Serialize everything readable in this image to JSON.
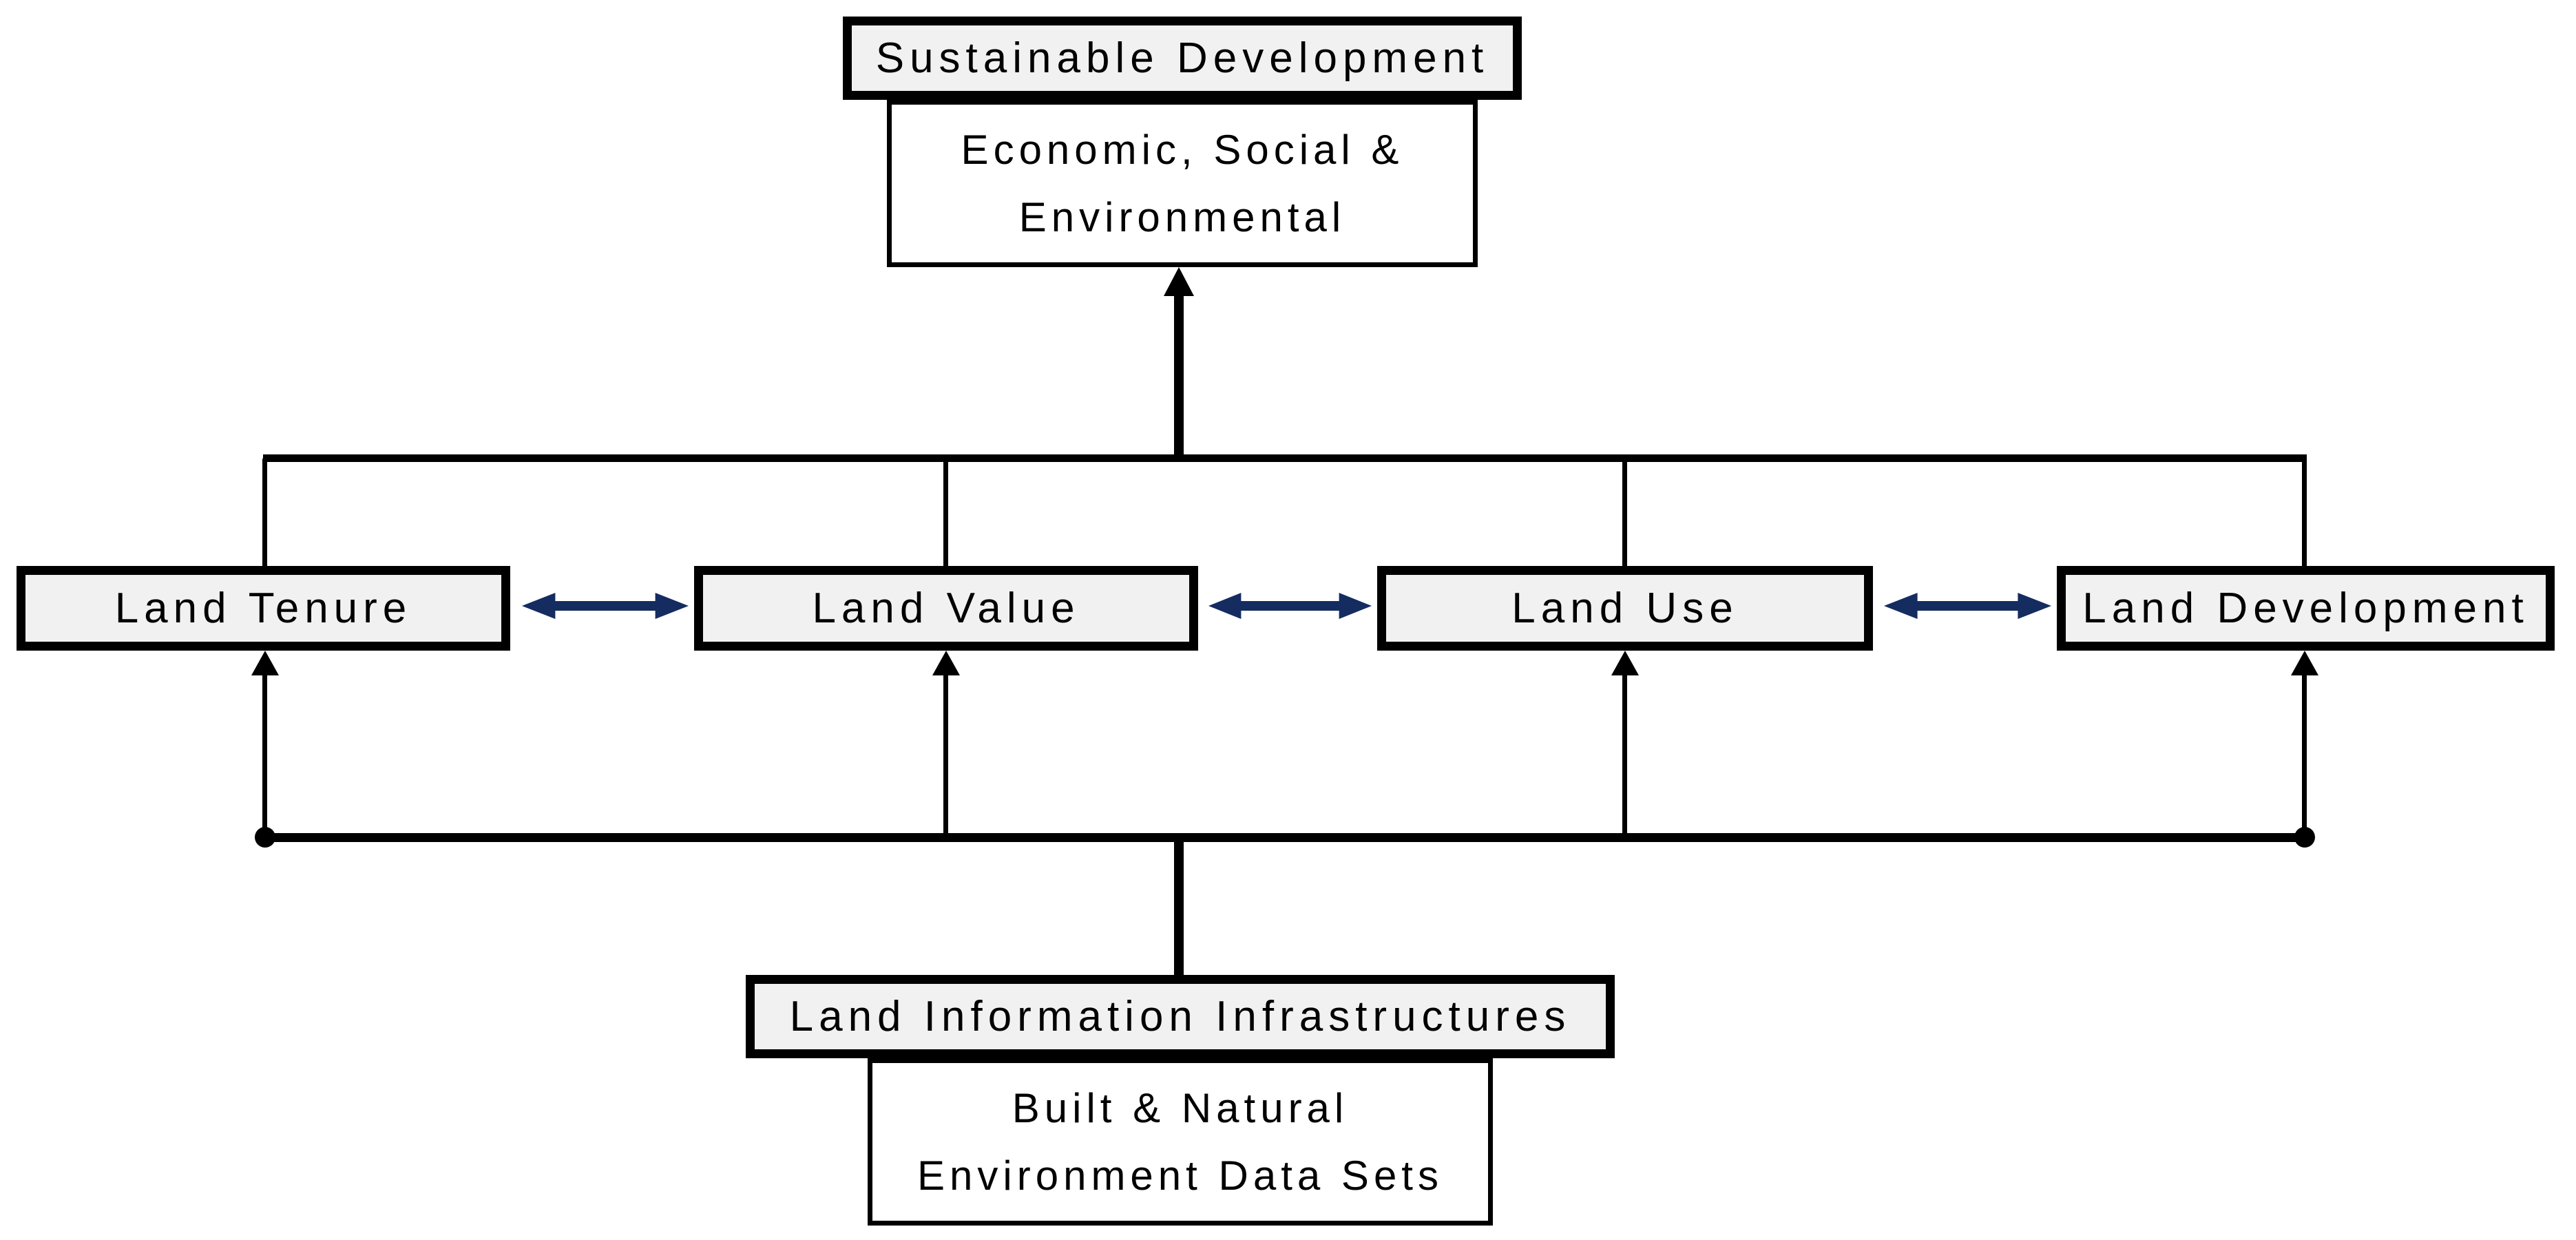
{
  "colors": {
    "line": "#000000",
    "box_fill": "#f1f1f1",
    "double_arrow": "#142c60",
    "text": "#000000"
  },
  "top": {
    "title": "Sustainable Development",
    "subtitle_line1": "Economic, Social &",
    "subtitle_line2": "Environmental"
  },
  "middle": {
    "boxes": [
      "Land Tenure",
      "Land Value",
      "Land Use",
      "Land Development"
    ]
  },
  "bottom": {
    "title": "Land Information Infrastructures",
    "subtitle_line1": "Built & Natural",
    "subtitle_line2": "Environment Data Sets"
  },
  "connections": {
    "double_arrows": [
      [
        "Land Tenure",
        "Land Value"
      ],
      [
        "Land Value",
        "Land Use"
      ],
      [
        "Land Use",
        "Land Development"
      ]
    ],
    "upward_arrows_from": "Land Information Infrastructures",
    "upward_arrows_to": [
      "Land Tenure",
      "Land Value",
      "Land Use",
      "Land Development"
    ],
    "apex_arrow_to": "Sustainable Development"
  }
}
